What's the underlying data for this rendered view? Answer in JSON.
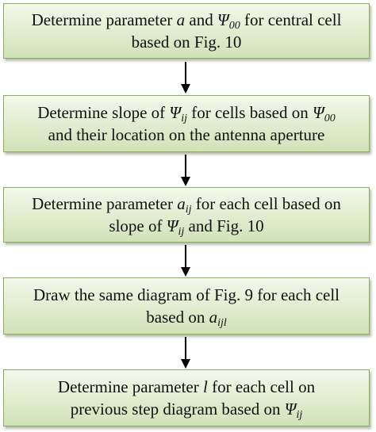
{
  "steps": [
    {
      "line1_before": "Determine parameter ",
      "line1_sym_a": "a",
      "line1_mid": " and ",
      "line1_psi": "Ψ",
      "line1_psi_sub": "00",
      "line1_after": " for central cell",
      "line2": "based on Fig. 10"
    },
    {
      "line1_before": "Determine slope of ",
      "line1_psi_a": "Ψ",
      "line1_psi_a_sub": "ij",
      "line1_mid": " for cells based on ",
      "line1_psi_b": "Ψ",
      "line1_psi_b_sub": "00",
      "line2": "and their location on the antenna aperture"
    },
    {
      "line1_before": "Determine parameter ",
      "line1_sym_a": "a",
      "line1_sym_a_sub": "ij",
      "line1_after": " for each cell based on",
      "line2_before": "slope of ",
      "line2_psi": "Ψ",
      "line2_psi_sub": "ij",
      "line2_after": " and Fig. 10"
    },
    {
      "line1": "Draw the same diagram of Fig. 9 for each cell",
      "line2_before": "based on ",
      "line2_sym_a": "a",
      "line2_sym_a_sub": "ijl"
    },
    {
      "line1_before": "Determine parameter ",
      "line1_sym_l": "l",
      "line1_after": " for each cell on",
      "line2_before": "previous step diagram based on ",
      "line2_psi": "Ψ",
      "line2_psi_sub": "ij"
    }
  ],
  "colors": {
    "box_top": "#f4f8ec",
    "box_bottom": "#d1e2b8",
    "box_border": "#8cad63",
    "arrow": "#000000"
  }
}
